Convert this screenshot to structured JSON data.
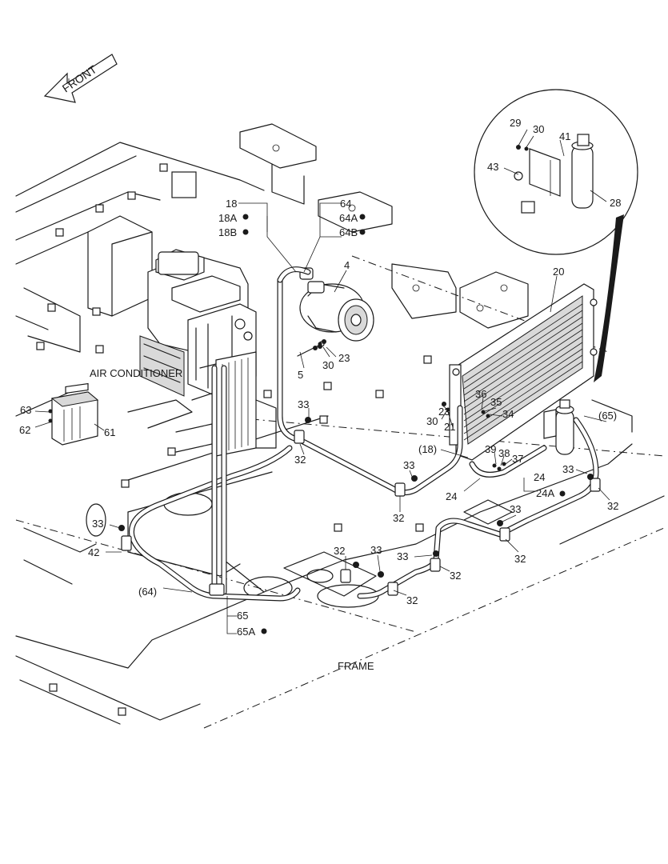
{
  "orientation": {
    "front_label": "FRONT"
  },
  "callouts": {
    "air_conditioner": "AIR CONDITIONER",
    "frame": "FRAME"
  },
  "part_numbers": {
    "p4": "4",
    "p5": "5",
    "p18": "18",
    "p18a": "18A",
    "p18b": "18B",
    "p18_ref": "(18)",
    "p20": "20",
    "p21": "21",
    "p23_left": "23",
    "p23_comp": "23",
    "p24_a": "24",
    "p24_b": "24",
    "p24a": "24A",
    "p28": "28",
    "p29": "29",
    "p30_comp": "30",
    "p30_left": "30",
    "p30_detail": "30",
    "p32_1": "32",
    "p32_2": "32",
    "p32_3": "32",
    "p32_4": "32",
    "p32_5": "32",
    "p32_6": "32",
    "p32_7": "32",
    "p33_1": "33",
    "p33_2": "33",
    "p33_3": "33",
    "p33_4": "33",
    "p33_5": "33",
    "p33_6": "33",
    "p33_7": "33",
    "p34": "34",
    "p35": "35",
    "p36": "36",
    "p37": "37",
    "p38": "38",
    "p39": "39",
    "p41": "41",
    "p42": "42",
    "p43": "43",
    "p61": "61",
    "p62": "62",
    "p63": "63",
    "p64": "64",
    "p64a": "64A",
    "p64b": "64B",
    "p64_ref": "(64)",
    "p65": "65",
    "p65a": "65A",
    "p65_ref": "(65)"
  }
}
